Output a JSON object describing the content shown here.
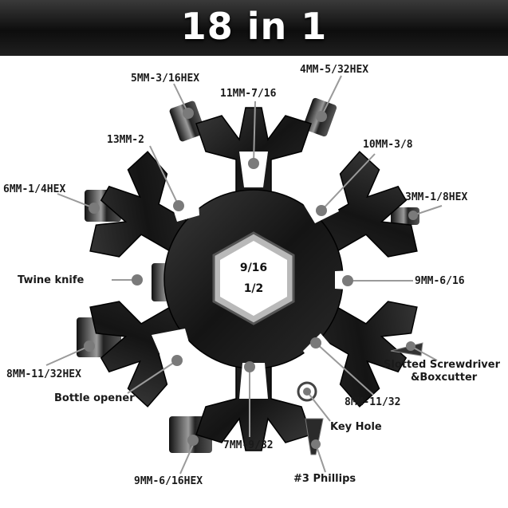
{
  "banner": {
    "title": "18 in 1"
  },
  "center": {
    "top": "9/16",
    "bottom": "1/2"
  },
  "labels": {
    "hex_5_16": "5MM-3/16HEX",
    "hex_4_32": "4MM-5/32HEX",
    "w11": "11MM-7/16",
    "w13": "13MM-2",
    "w10": "10MM-3/8",
    "hex_6_14": "6MM-1/4HEX",
    "hex_3_18": "3MM-1/8HEX",
    "twine": "Twine knife",
    "w9": "9MM-6/16",
    "hex_8_1132": "8MM-11/32HEX",
    "screwdriver_1": "Slotted Screwdriver",
    "screwdriver_2": "&Boxcutter",
    "bottle": "Bottle opener",
    "w8": "8MM-11/32",
    "keyhole": "Key Hole",
    "w7": "7MM-9/32",
    "hex_9_616": "9MM-6/16HEX",
    "phillips": "#3 Phillips"
  },
  "colors": {
    "tool_body": "#1c1c1c",
    "marker": "#7a7a7a",
    "leader": "#9a9a9a"
  }
}
